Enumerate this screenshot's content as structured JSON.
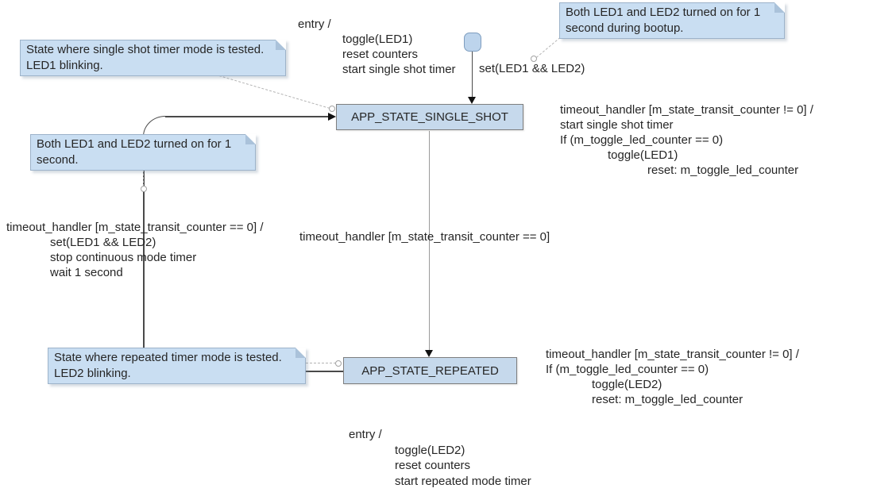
{
  "colors": {
    "state_fill": "#c6d9ec",
    "state_border": "#7f7f7f",
    "note_fill": "#c9def2",
    "note_border": "#9db3ca",
    "transition_line": "#4a4a4a",
    "secondary_line": "#9a9a9a",
    "arrowhead": "#111111",
    "note_connector": "#b4b4b4",
    "text": "#262626"
  },
  "states": {
    "single_shot": {
      "label": "APP_STATE_SINGLE_SHOT"
    },
    "repeated": {
      "label": "APP_STATE_REPEATED"
    }
  },
  "notes": {
    "bootup": {
      "lines": [
        "Both LED1 and LED2 turned on for 1",
        "second during bootup."
      ]
    },
    "single_shot": {
      "lines": [
        "State where single shot timer mode is tested.",
        "LED1 blinking."
      ]
    },
    "both_one_second": {
      "lines": [
        "Both LED1 and LED2 turned on for 1",
        "second."
      ]
    },
    "repeated": {
      "lines": [
        "State where repeated timer mode is tested.",
        "LED2 blinking."
      ]
    }
  },
  "labels": {
    "entry_single": {
      "lines": [
        "entry /",
        "toggle(LED1)",
        "reset counters",
        "start single shot timer"
      ]
    },
    "set_leds": {
      "text": "set(LED1 && LED2)"
    },
    "single_shot_internal": {
      "lines": [
        "timeout_handler [m_state_transit_counter != 0] /",
        "start single shot timer",
        "If (m_toggle_led_counter == 0)",
        "toggle(LED1)",
        "reset: m_toggle_led_counter"
      ]
    },
    "repeated_to_single": {
      "lines": [
        "timeout_handler [m_state_transit_counter == 0] /",
        "set(LED1 && LED2)",
        "stop continuous mode timer",
        "wait 1 second"
      ]
    },
    "single_to_repeated": {
      "text": "timeout_handler [m_state_transit_counter == 0]"
    },
    "repeated_internal": {
      "lines": [
        "timeout_handler [m_state_transit_counter != 0] /",
        "If (m_toggle_led_counter == 0)",
        "toggle(LED2)",
        "reset: m_toggle_led_counter"
      ]
    },
    "entry_repeated": {
      "lines": [
        "entry /",
        "toggle(LED2)",
        "reset counters",
        "start repeated mode timer"
      ]
    }
  }
}
